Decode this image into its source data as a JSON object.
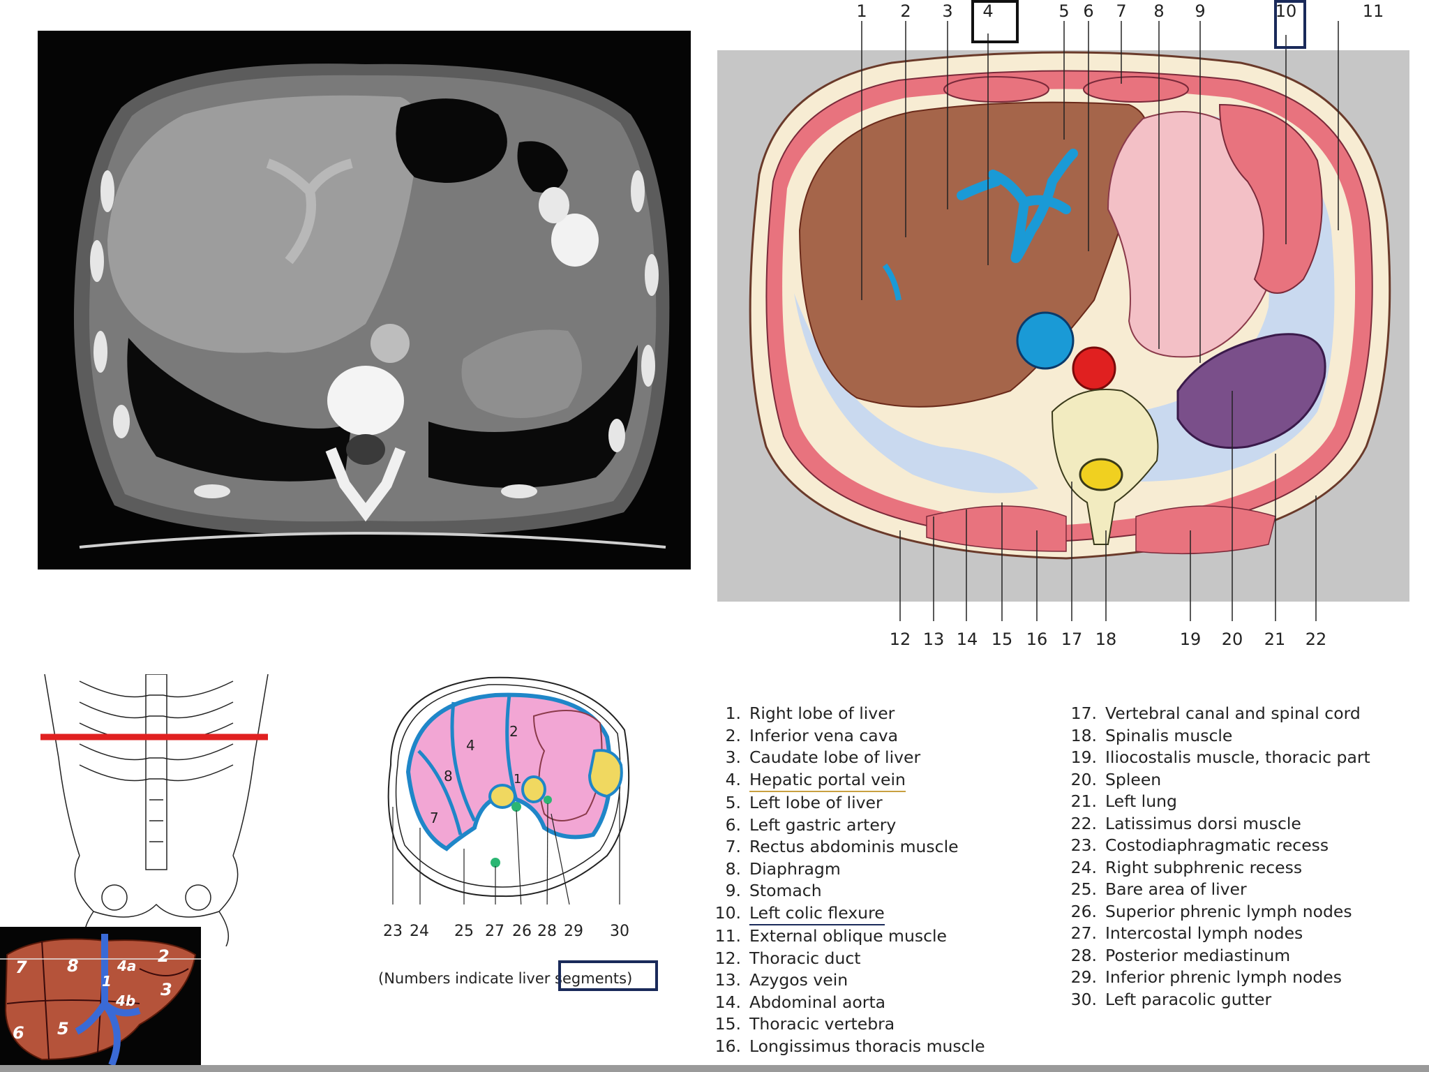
{
  "top_labels": [
    "1",
    "2",
    "3",
    "4",
    "5",
    "6",
    "7",
    "8",
    "9",
    "10",
    "11"
  ],
  "bottom_labels": [
    "12",
    "13",
    "14",
    "15",
    "16",
    "17",
    "18",
    "19",
    "20",
    "21",
    "22"
  ],
  "segment_diagram": {
    "segments": [
      "2",
      "4",
      "8",
      "1",
      "7"
    ],
    "pointer_labels": [
      "23",
      "24",
      "25",
      "27",
      "26",
      "28",
      "29",
      "30"
    ],
    "caption": "(Numbers indicate liver segments)"
  },
  "liver_3d": {
    "segments": [
      "7",
      "8",
      "4a",
      "2",
      "1",
      "3",
      "4b",
      "6",
      "5"
    ]
  },
  "legend_left": [
    {
      "n": "1.",
      "t": "Right lobe of liver"
    },
    {
      "n": "2.",
      "t": "Inferior vena cava"
    },
    {
      "n": "3.",
      "t": "Caudate lobe of liver"
    },
    {
      "n": "4.",
      "t": "Hepatic portal vein"
    },
    {
      "n": "5.",
      "t": "Left lobe of liver"
    },
    {
      "n": "6.",
      "t": "Left gastric artery"
    },
    {
      "n": "7.",
      "t": "Rectus abdominis muscle"
    },
    {
      "n": "8.",
      "t": "Diaphragm"
    },
    {
      "n": "9.",
      "t": "Stomach"
    },
    {
      "n": "10.",
      "t": "Left colic flexure"
    },
    {
      "n": "11.",
      "t": "External oblique muscle"
    },
    {
      "n": "12.",
      "t": "Thoracic duct"
    },
    {
      "n": "13.",
      "t": "Azygos vein"
    },
    {
      "n": "14.",
      "t": "Abdominal aorta"
    },
    {
      "n": "15.",
      "t": "Thoracic vertebra"
    },
    {
      "n": "16.",
      "t": "Longissimus thoracis muscle"
    }
  ],
  "legend_right": [
    {
      "n": "17.",
      "t": "Vertebral canal and spinal cord"
    },
    {
      "n": "18.",
      "t": "Spinalis muscle"
    },
    {
      "n": "19.",
      "t": "Iliocostalis muscle, thoracic part"
    },
    {
      "n": "20.",
      "t": "Spleen"
    },
    {
      "n": "21.",
      "t": "Left lung"
    },
    {
      "n": "22.",
      "t": "Latissimus dorsi muscle"
    },
    {
      "n": "23.",
      "t": "Costodiaphragmatic recess"
    },
    {
      "n": "24.",
      "t": "Right subphrenic recess"
    },
    {
      "n": "25.",
      "t": "Bare area of liver"
    },
    {
      "n": "26.",
      "t": "Superior phrenic lymph nodes"
    },
    {
      "n": "27.",
      "t": "Intercostal lymph nodes"
    },
    {
      "n": "28.",
      "t": "Posterior mediastinum"
    },
    {
      "n": "29.",
      "t": "Inferior phrenic lymph nodes"
    },
    {
      "n": "30.",
      "t": "Left paracolic gutter"
    }
  ],
  "colors": {
    "liver": "#a5654a",
    "vessel": "#1a9ad6",
    "muscle": "#e8737e",
    "fat": "#f7ecd3",
    "lung": "#c9d9ef",
    "spleen": "#7a4f8a",
    "stomach": "#f3c0c6",
    "segment_pink": "#f2a6d4",
    "segment_outline": "#1f86c8",
    "highlight_box": "#1a2a5a",
    "slice_line": "#e02020"
  }
}
